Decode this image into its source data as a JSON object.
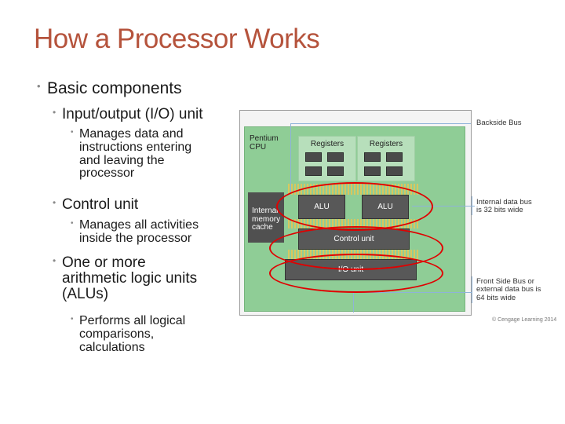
{
  "slide": {
    "title": "How a Processor Works"
  },
  "bullets": {
    "basic": "Basic components",
    "io": "Input/output (I/O) unit",
    "io_desc": [
      "Manages data and",
      "instructions entering",
      "and leaving the",
      "processor"
    ],
    "control": "Control unit",
    "control_desc": [
      "Manages all activities",
      "inside the processor"
    ],
    "alu": [
      "One or more",
      "arithmetic logic units",
      "(ALUs)"
    ],
    "alu_desc": [
      "Performs all logical",
      "comparisons,",
      "calculations"
    ]
  },
  "figure": {
    "cpu_label": [
      "Pentium",
      "CPU"
    ],
    "registers_label": "Registers",
    "cache_label": [
      "Internal",
      "memory",
      "cache"
    ],
    "alu_label": "ALU",
    "control_unit_label": "Control unit",
    "io_unit_label": "I/O unit",
    "callouts": {
      "backside_bus": "Backside Bus",
      "internal_bus": [
        "Internal data bus",
        "is 32 bits wide"
      ],
      "front_side_bus": [
        "Front Side Bus or",
        "external data bus is",
        "64 bits wide"
      ]
    },
    "copyright": "© Cengage Learning 2014"
  },
  "colors": {
    "title": "#b5533c",
    "highlight": "#e00000",
    "board": "#8fcd96"
  }
}
